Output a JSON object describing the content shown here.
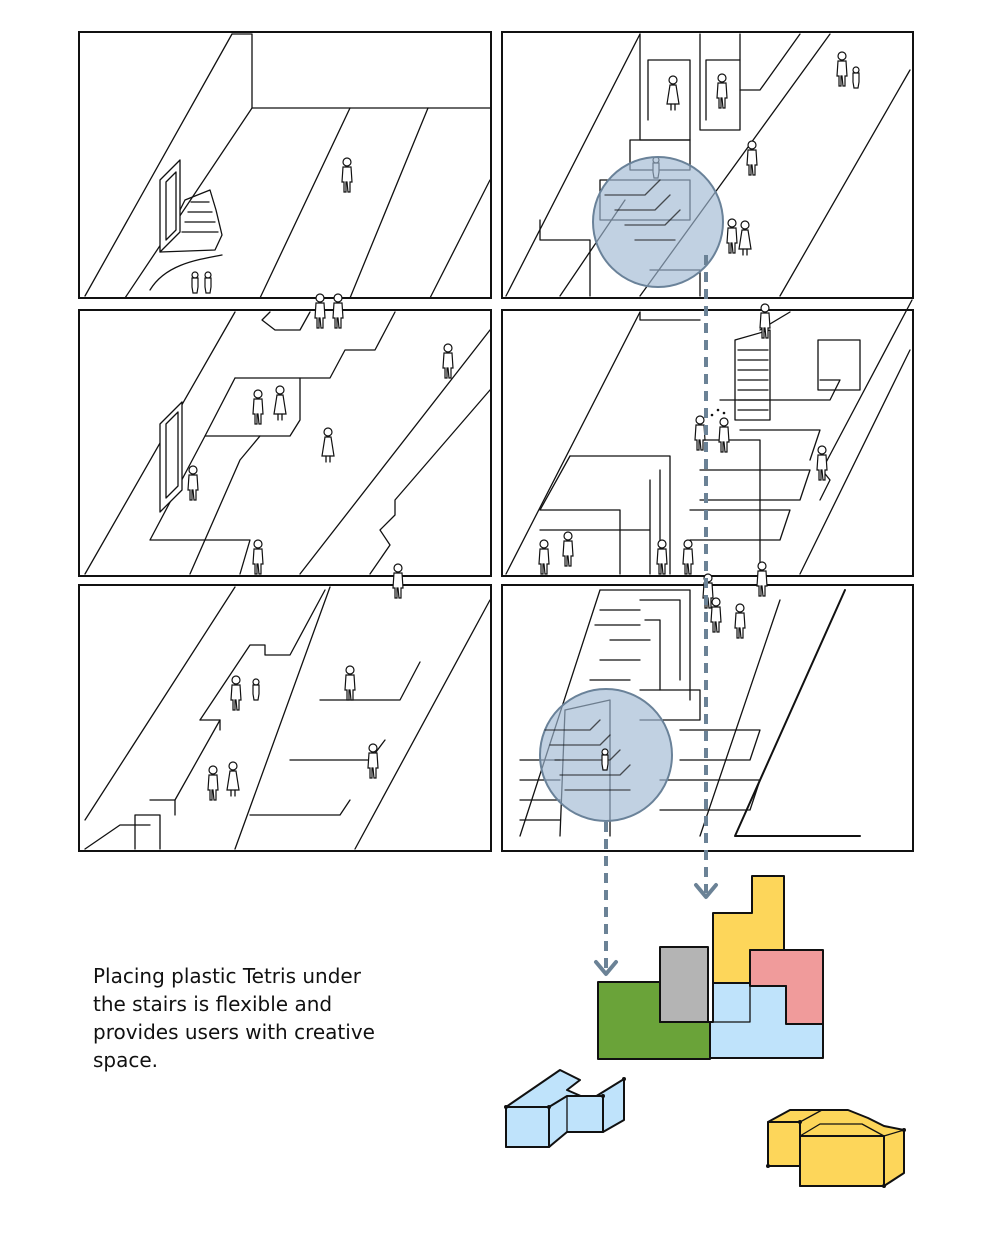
{
  "caption": "Placing plastic Tetris under the stairs is flexible and provides users with creative space.",
  "panels": [
    {
      "id": "panel-1"
    },
    {
      "id": "panel-2"
    },
    {
      "id": "panel-3"
    },
    {
      "id": "panel-4"
    },
    {
      "id": "panel-5"
    },
    {
      "id": "panel-6"
    }
  ],
  "colors": {
    "callout": "#9fb8d3",
    "arrow": "#6b8296",
    "tetris_green": "#6aa339",
    "tetris_grey": "#b4b4b4",
    "tetris_yellow": "#fdd65a",
    "tetris_pink": "#f09b9b",
    "tetris_blue": "#bfe3fb"
  }
}
